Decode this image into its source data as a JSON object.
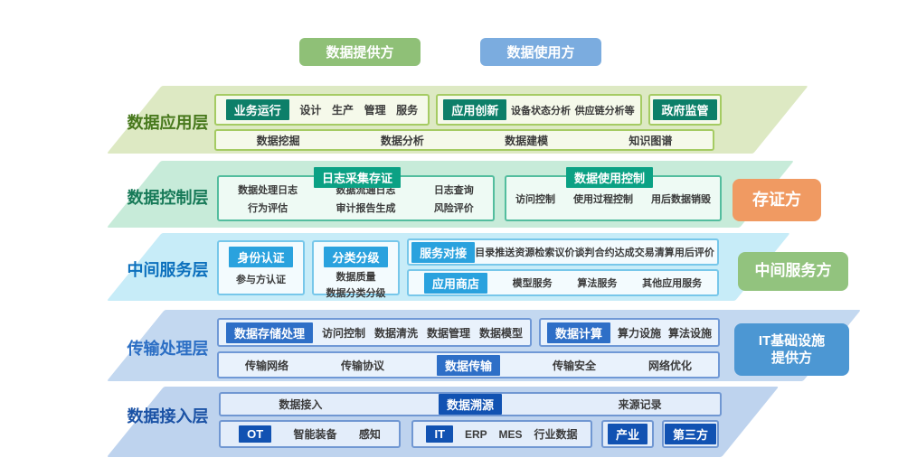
{
  "legend": {
    "provider": "数据提供方",
    "consumer": "数据使用方"
  },
  "side": {
    "notary": "存证方",
    "intermediary": "中间服务方",
    "it_infra": [
      "IT基础设施",
      "提供方"
    ]
  },
  "layers": {
    "app": {
      "label": "数据应用层",
      "business": {
        "tab": "业务运行",
        "items": [
          "设计",
          "生产",
          "管理",
          "服务"
        ]
      },
      "innovation": {
        "tab": "应用创新",
        "items": [
          "设备状态分析",
          "供应链分析等"
        ]
      },
      "gov": {
        "tab": "政府监管"
      },
      "capabilities": [
        "数据挖掘",
        "数据分析",
        "数据建模",
        "知识图谱"
      ]
    },
    "control": {
      "label": "数据控制层",
      "log": {
        "tab": "日志采集存证",
        "cols": [
          [
            "数据处理日志",
            "行为评估"
          ],
          [
            "数据流通日志",
            "审计报告生成"
          ],
          [
            "日志查询",
            "风险评价"
          ]
        ]
      },
      "usage": {
        "tab": "数据使用控制",
        "items": [
          "访问控制",
          "使用过程控制",
          "用后数据销毁"
        ]
      }
    },
    "middle": {
      "label": "中间服务层",
      "identity": {
        "tab": "身份认证",
        "items": [
          "参与方认证"
        ]
      },
      "classify": {
        "tab": "分类分级",
        "items": [
          "数据质量",
          "数据分类分级"
        ]
      },
      "service": {
        "tab": "服务对接",
        "items": [
          "目录推送",
          "资源检索",
          "议价谈判",
          "合约达成",
          "交易清算",
          "用后评价"
        ]
      },
      "appstore": {
        "tab": "应用商店",
        "items": [
          "模型服务",
          "算法服务",
          "其他应用服务"
        ]
      }
    },
    "transport": {
      "label": "传输处理层",
      "storage": {
        "tab": "数据存储处理",
        "items": [
          "访问控制",
          "数据清洗",
          "数据管理",
          "数据模型"
        ]
      },
      "compute": {
        "tab": "数据计算",
        "items": [
          "算力设施",
          "算法设施"
        ]
      },
      "transmission": {
        "pre": [
          "传输网络",
          "传输协议"
        ],
        "tab": "数据传输",
        "post": [
          "传输安全",
          "网络优化"
        ]
      }
    },
    "access": {
      "label": "数据接入层",
      "trace": {
        "pre": [
          "数据接入"
        ],
        "tab": "数据溯源",
        "post": [
          "来源记录"
        ]
      },
      "ot": {
        "tab": "OT",
        "items": [
          "智能装备",
          "感知"
        ]
      },
      "it": {
        "tab": "IT",
        "items": [
          "ERP",
          "MES",
          "行业数据"
        ]
      },
      "industry": {
        "tab": "产业"
      },
      "third": {
        "tab": "第三方"
      }
    }
  },
  "colors": {
    "legend_provider_bg": "#8fc077",
    "legend_consumer_bg": "#7bacdf",
    "layer_app_band": "#dde9c3",
    "layer_app_tab": "#0d7f69",
    "layer_control_band": "#c7ebd9",
    "layer_control_tab": "#0ba184",
    "layer_middle_band": "#c7ecf8",
    "layer_middle_tab": "#2aa2de",
    "layer_transport_band": "#c3d8f0",
    "layer_transport_tab": "#2e6fc7",
    "layer_access_band": "#bed3ee",
    "layer_access_tab": "#1152b2",
    "notary_bg": "#f09a62",
    "intermediary_bg": "#92c37e",
    "it_infra_bg": "#4c97d3"
  }
}
